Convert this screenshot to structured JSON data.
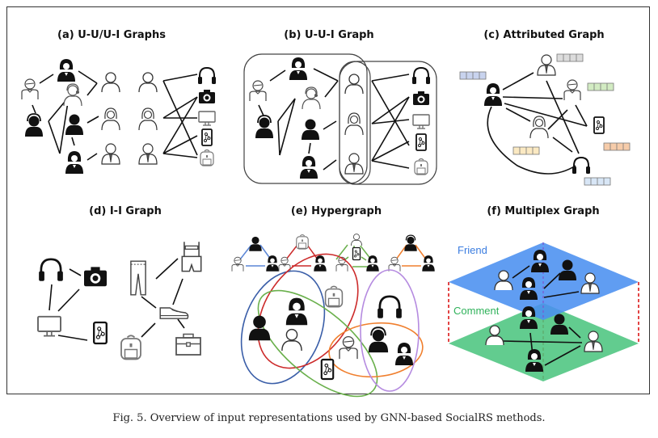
{
  "figure": {
    "caption": "Fig. 5.  Overview of input representations used by GNN-based SocialRS methods.",
    "panels": [
      {
        "id": "a",
        "title": "(a) U-U/U-I Graphs"
      },
      {
        "id": "b",
        "title": "(b) U-U-I Graph"
      },
      {
        "id": "c",
        "title": "(c) Attributed Graph"
      },
      {
        "id": "d",
        "title": "(d) I-I Graph"
      },
      {
        "id": "e",
        "title": "(e) Hypergraph"
      },
      {
        "id": "f",
        "title": "(f) Multiplex Graph"
      }
    ],
    "multiplex_layers": [
      {
        "label": "Friend",
        "color": "#4a8ff0",
        "label_color": "#3b7de0"
      },
      {
        "label": "Comment",
        "color": "#4cc57f",
        "label_color": "#2fb25a"
      }
    ],
    "hyperedge_colors": [
      "#3a5ea8",
      "#cc2a2a",
      "#6ab04c",
      "#f07f2e",
      "#b58be0"
    ],
    "attribute_vector_colors": [
      "#c8d3ee",
      "#dcdcdc",
      "#d2ebc2",
      "#f6ccaa",
      "#fbe9c2",
      "#d8e6f6"
    ],
    "icons": {
      "users": [
        "user-icon",
        "user-filled-icon",
        "user-female-icon",
        "user-suit-icon",
        "user-headset-icon",
        "user-glasses-icon"
      ],
      "items": [
        "headphones-icon",
        "camera-icon",
        "monitor-icon",
        "tablet-icon",
        "backpack-icon",
        "pants-icon",
        "overalls-icon",
        "shoe-icon",
        "briefcase-icon"
      ]
    }
  }
}
